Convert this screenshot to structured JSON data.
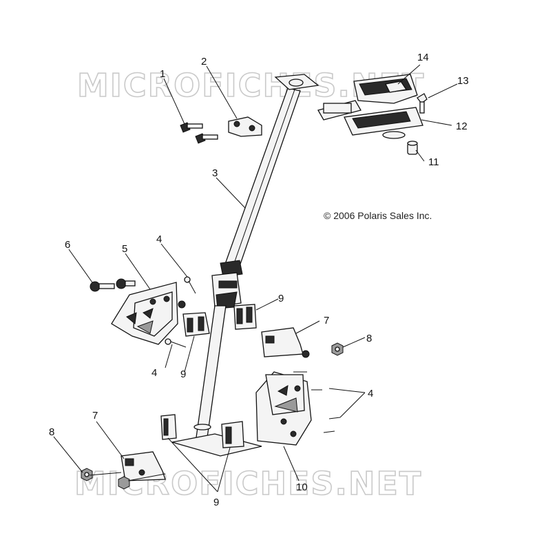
{
  "watermark": {
    "top_text": "MICROFICHES.NET",
    "bottom_text": "MICROFICHES.NET"
  },
  "copyright": "© 2006 Polaris Sales Inc.",
  "callouts": {
    "c1": "1",
    "c2": "2",
    "c3": "3",
    "c4a": "4",
    "c4b": "4",
    "c4c": "4",
    "c5": "5",
    "c6": "6",
    "c7a": "7",
    "c7b": "7",
    "c8a": "8",
    "c8b": "8",
    "c9a": "9",
    "c9b": "9",
    "c9c": "9",
    "c10": "10",
    "c11": "11",
    "c12": "12",
    "c13": "13",
    "c14": "14"
  },
  "colors": {
    "line": "#111111",
    "watermark": "#c9c9c9",
    "background": "#ffffff"
  }
}
